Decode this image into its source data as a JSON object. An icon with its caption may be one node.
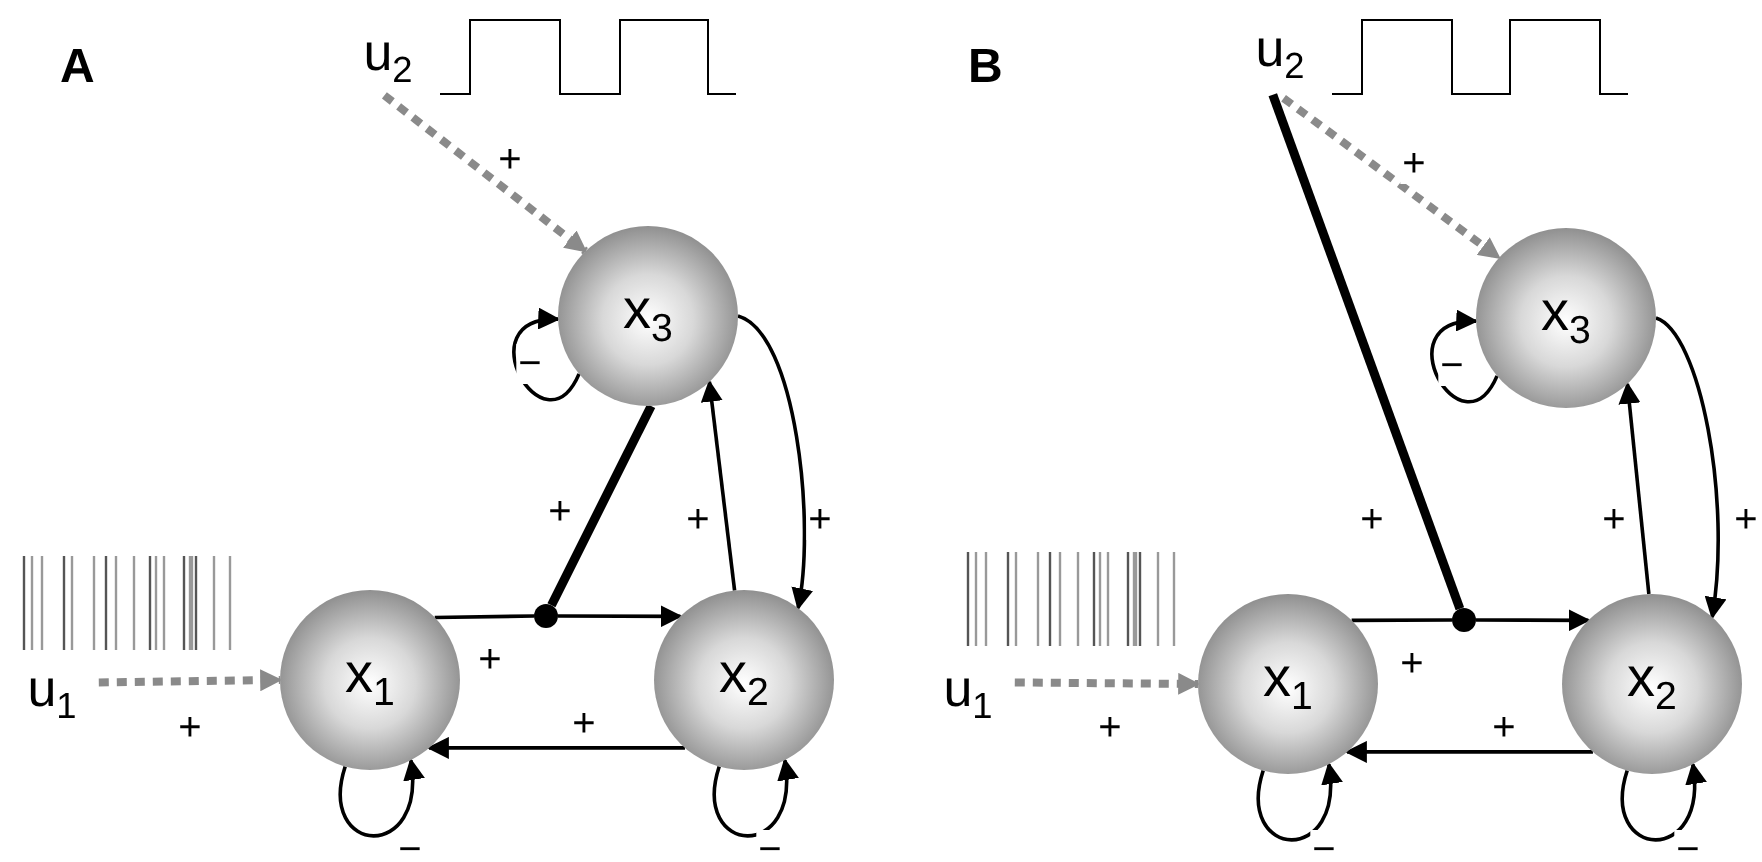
{
  "diagram": {
    "nodes": [
      {
        "text": [
          "u$_{2}$"
        ]
      },
      {
        "text": [
          "x$_{3}$"
        ]
      },
      {
        "text": [
          "u$_{1}$"
        ]
      },
      {
        "text": [
          "x$_{1}$"
        ]
      },
      {
        "text": [
          "x$_{2}$"
        ]
      },
      {
        "text": [],
        "shape": "circle"
      },
      {
        "text": [
          "u$_{2}$"
        ]
      },
      {
        "text": [
          "x$_{3}$"
        ]
      },
      {
        "text": [
          "u$_{1}$"
        ]
      },
      {
        "text": [
          "x$_{1}$"
        ]
      },
      {
        "text": [
          "x$_{2}$"
        ]
      },
      {
        "text": [],
        "shape": "circle"
      }
    ],
    "edges": [
      {
        "from": 0,
        "to": 1,
        "arrow": "to",
        "label": "+",
        "style": "dashed",
        "color": "#8a8a8a"
      },
      {
        "from": 1,
        "to": 1,
        "arrow": "to",
        "label": "−"
      },
      {
        "from": 3,
        "to": 5,
        "arrow": "none",
        "label": "+"
      },
      {
        "from": 5,
        "to": 4,
        "arrow": "to"
      },
      {
        "from": 1,
        "to": 5,
        "arrow": "none",
        "label": "+",
        "style": "thick"
      },
      {
        "from": 4,
        "to": 1,
        "arrow": "to",
        "label": "+"
      },
      {
        "from": 1,
        "to": 4,
        "arrow": "to",
        "label": "+"
      },
      {
        "from": 4,
        "to": 3,
        "arrow": "to",
        "label": "+"
      },
      {
        "from": 3,
        "to": 3,
        "arrow": "to",
        "label": "−"
      },
      {
        "from": 4,
        "to": 4,
        "arrow": "to",
        "label": "−"
      },
      {
        "from": 2,
        "to": 3,
        "arrow": "to",
        "label": "+",
        "style": "dashed",
        "color": "#8a8a8a"
      },
      {
        "from": 6,
        "to": 7,
        "arrow": "to",
        "label": "+",
        "style": "dashed",
        "color": "#8a8a8a"
      },
      {
        "from": 7,
        "to": 7,
        "arrow": "to",
        "label": "−"
      },
      {
        "from": 9,
        "to": 11,
        "arrow": "none",
        "label": "+"
      },
      {
        "from": 11,
        "to": 10,
        "arrow": "to"
      },
      {
        "from": 6,
        "to": 11,
        "arrow": "none",
        "label": "+",
        "style": "thick"
      },
      {
        "from": 10,
        "to": 7,
        "arrow": "to",
        "label": "+"
      },
      {
        "from": 7,
        "to": 10,
        "arrow": "to",
        "label": "+"
      },
      {
        "from": 10,
        "to": 9,
        "arrow": "to",
        "label": "+"
      },
      {
        "from": 9,
        "to": 9,
        "arrow": "to",
        "label": "−"
      },
      {
        "from": 10,
        "to": 10,
        "arrow": "to",
        "label": "−"
      },
      {
        "from": 8,
        "to": 9,
        "arrow": "to",
        "label": "+",
        "style": "dashed",
        "color": "#8a8a8a"
      }
    ],
    "labels": [
      "A",
      "B"
    ]
  }
}
